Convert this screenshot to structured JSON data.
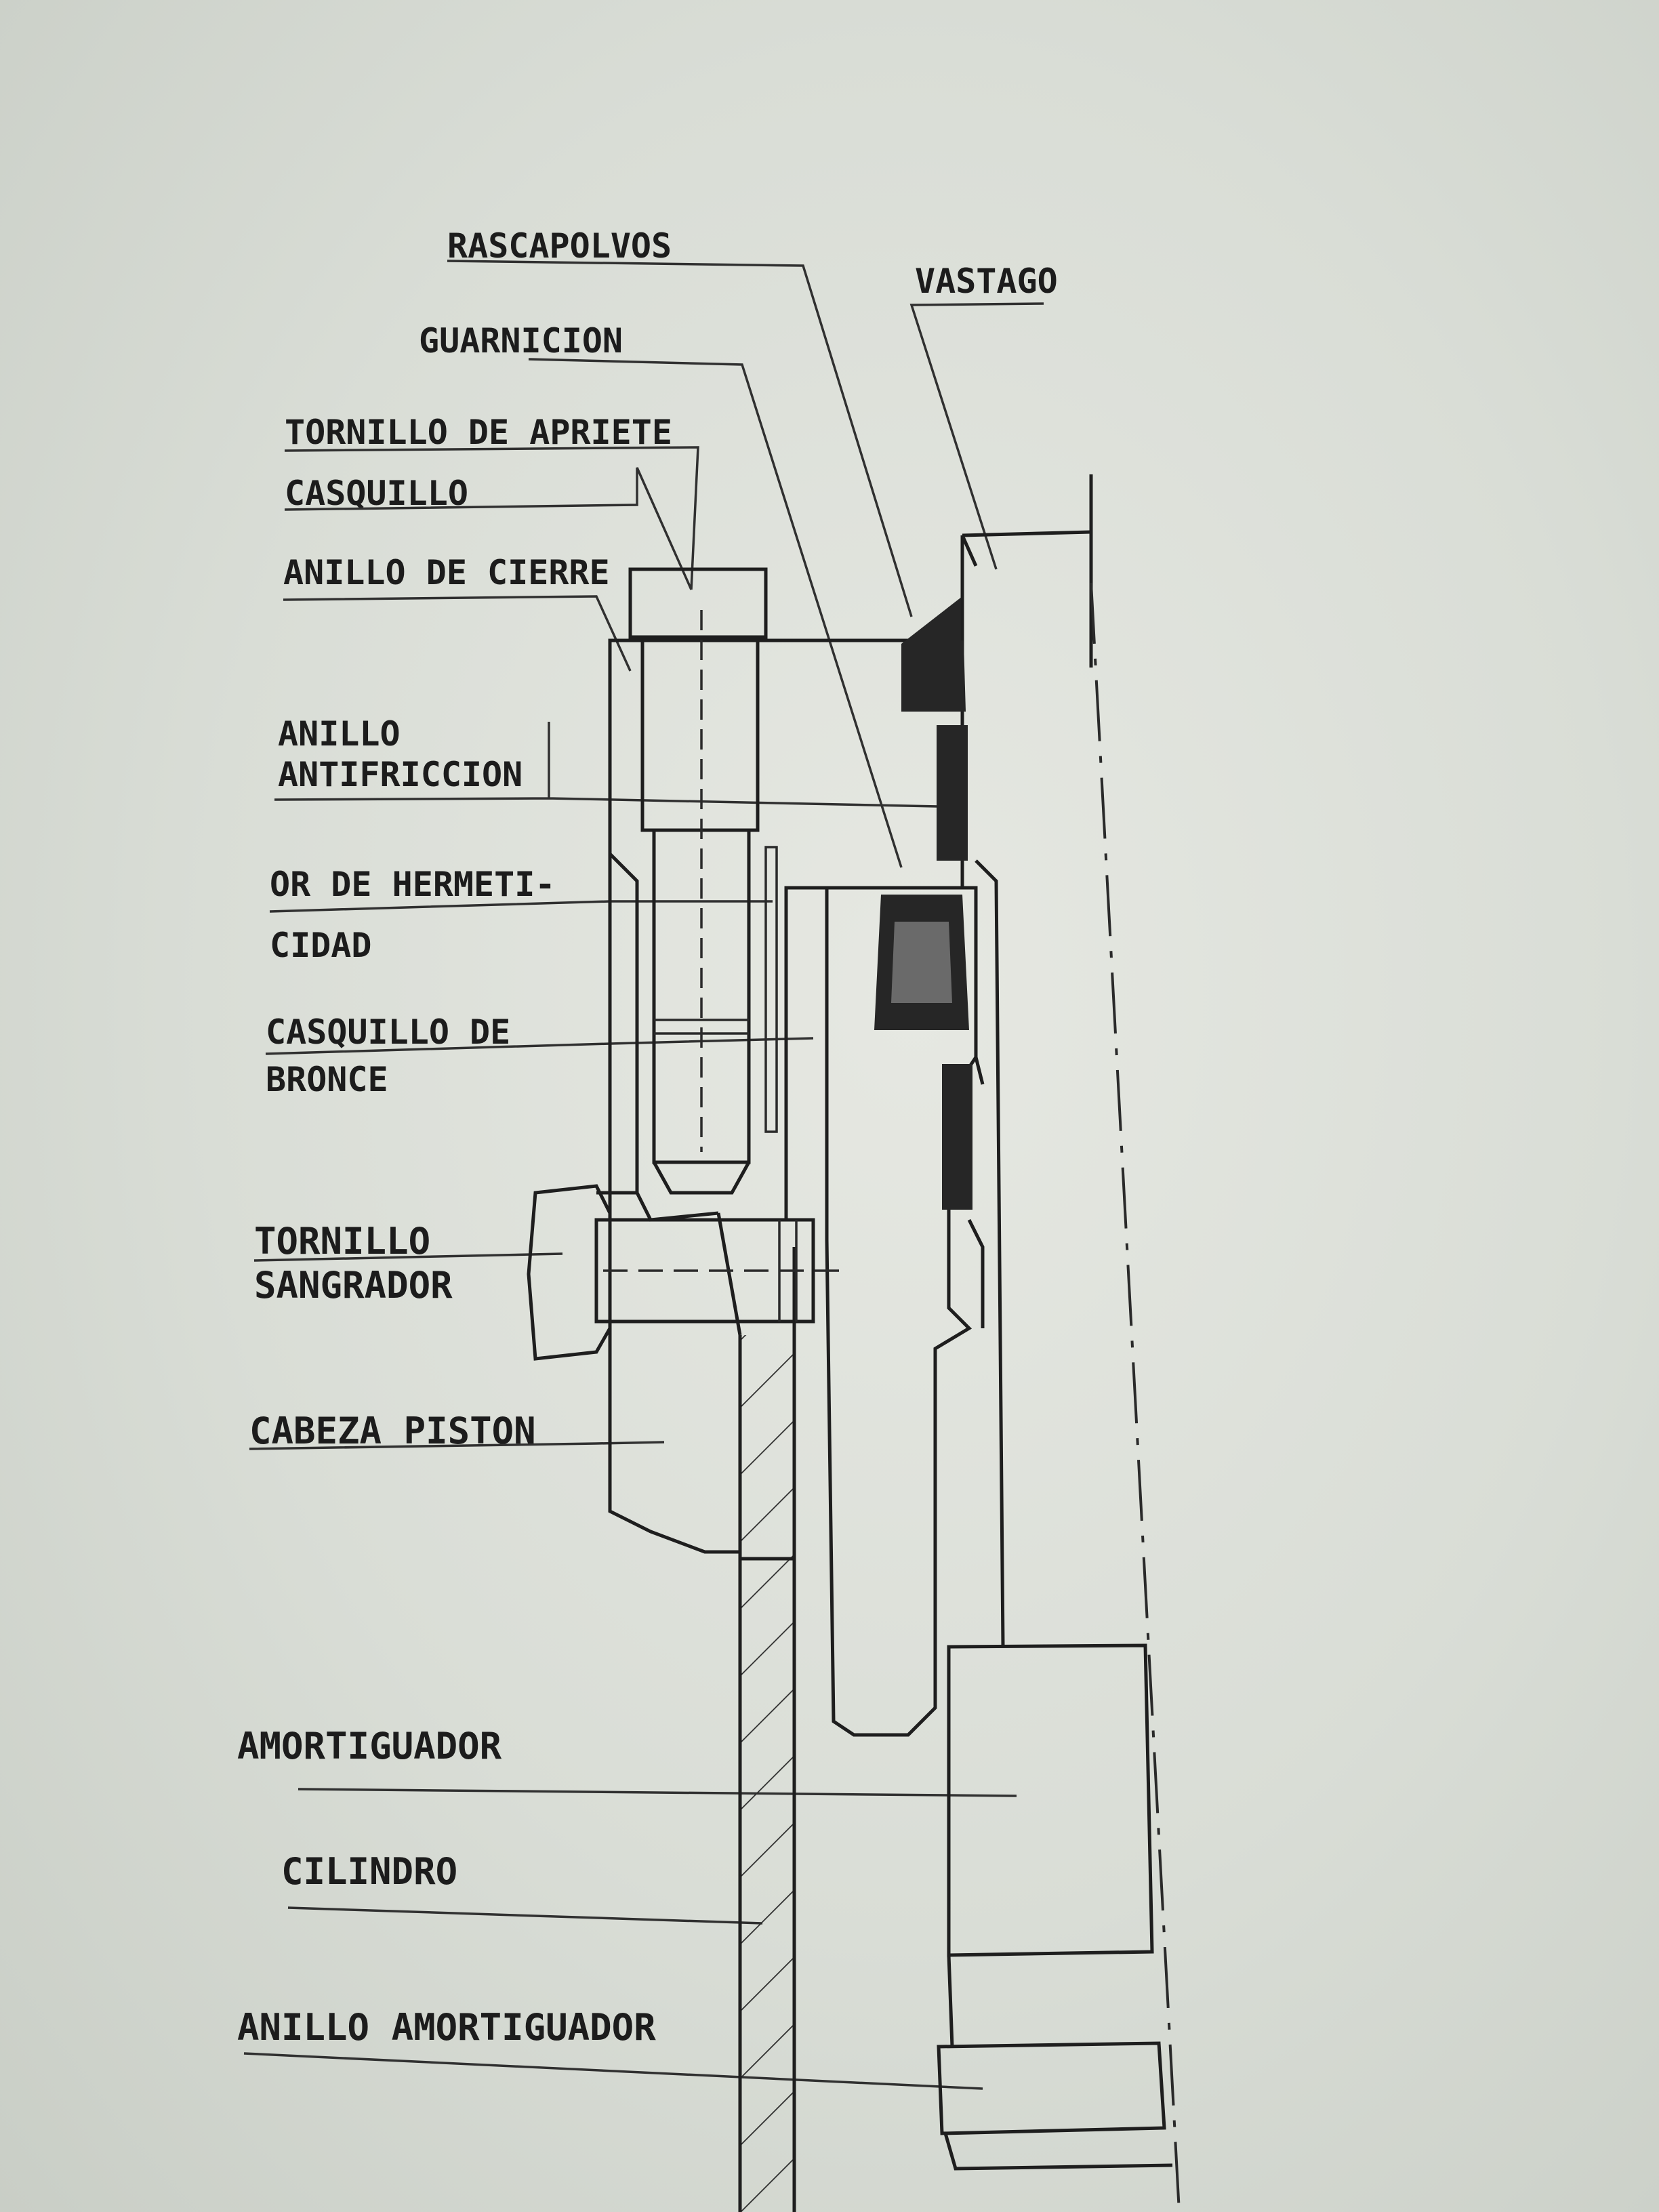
{
  "labels": {
    "rascapolvos": "RASCAPOLVOS",
    "vastago": "VASTAGO",
    "guarnicion": "GUARNICION",
    "tornillo_apriete": "TORNILLO DE APRIETE",
    "casquillo": "CASQUILLO",
    "anillo_cierre": "ANILLO DE CIERRE",
    "anillo_antifriccion_1": "ANILLO",
    "anillo_antifriccion_2": "ANTIFRICCION",
    "or_hermeticidad_1": "OR DE HERMETI-",
    "or_hermeticidad_2": "CIDAD",
    "casquillo_bronce_1": "CASQUILLO DE",
    "casquillo_bronce_2": "BRONCE",
    "tornillo_sangrador_1": "TORNILLO",
    "tornillo_sangrador_2": "SANGRADOR",
    "cabeza_piston": "CABEZA PISTON",
    "amortiguador": "AMORTIGUADOR",
    "cilindro": "CILINDRO",
    "anillo_amortiguador": "ANILLO AMORTIGUADOR"
  },
  "colors": {
    "paper": "#e2e5df",
    "ink": "#1e1e1e",
    "seal": "#262626"
  }
}
